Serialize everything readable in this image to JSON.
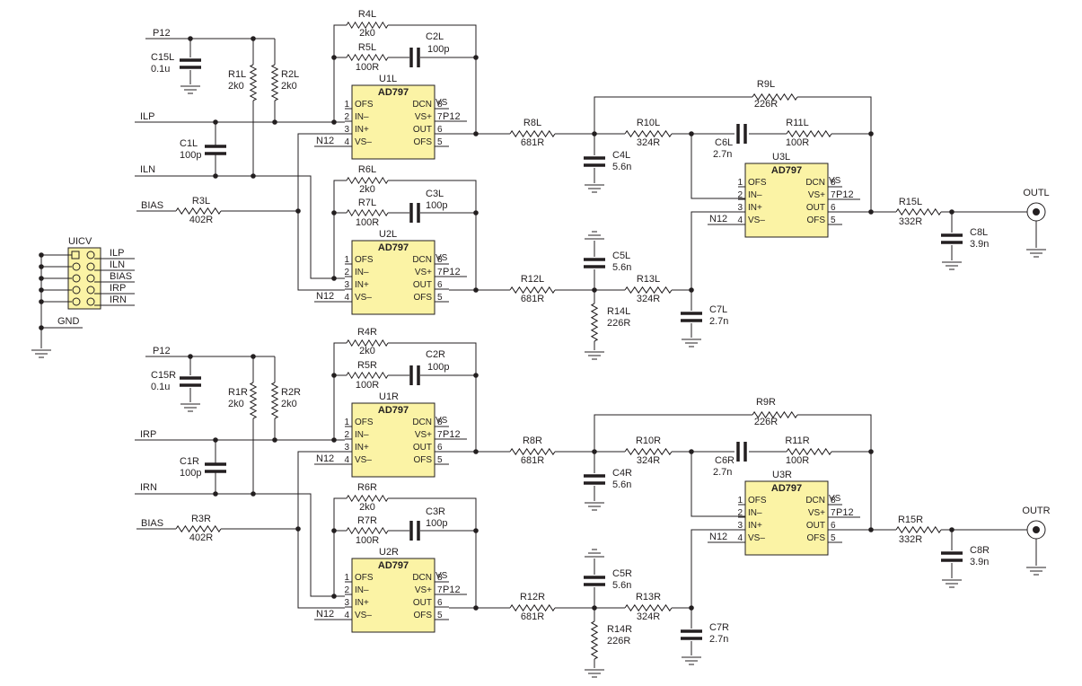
{
  "nets": {
    "p12": "P12",
    "n12": "N12",
    "ilp": "ILP",
    "iln": "ILN",
    "irp": "IRP",
    "irn": "IRN",
    "bias": "BIAS",
    "gnd": "GND",
    "outl": "OUTL",
    "outr": "OUTR",
    "vs": "VS"
  },
  "connector": {
    "ref": "UICV",
    "pins": [
      "ILP",
      "ILN",
      "BIAS",
      "IRP",
      "IRN"
    ],
    "gnd": "GND"
  },
  "pin_names": {
    "ofs": "OFS",
    "inm": "IN–",
    "inp": "IN+",
    "vsm": "VS–",
    "dcn": "DCN",
    "vsp": "VS+",
    "out": "OUT",
    "n1": "1",
    "n2": "2",
    "n3": "3",
    "n4": "4",
    "n5": "5",
    "n6": "6",
    "n7": "7",
    "n8": "8"
  },
  "opamps": {
    "U1L": {
      "ref": "U1L",
      "part": "AD797"
    },
    "U2L": {
      "ref": "U2L",
      "part": "AD797"
    },
    "U3L": {
      "ref": "U3L",
      "part": "AD797"
    },
    "U1R": {
      "ref": "U1R",
      "part": "AD797"
    },
    "U2R": {
      "ref": "U2R",
      "part": "AD797"
    },
    "U3R": {
      "ref": "U3R",
      "part": "AD797"
    }
  },
  "components": {
    "C15L": {
      "ref": "C15L",
      "value": "0.1u"
    },
    "R1L": {
      "ref": "R1L",
      "value": "2k0"
    },
    "R2L": {
      "ref": "R2L",
      "value": "2k0"
    },
    "C1L": {
      "ref": "C1L",
      "value": "100p"
    },
    "R3L": {
      "ref": "R3L",
      "value": "402R"
    },
    "R4L": {
      "ref": "R4L",
      "value": "2k0"
    },
    "R5L": {
      "ref": "R5L",
      "value": "100R"
    },
    "C2L": {
      "ref": "C2L",
      "value": "100p"
    },
    "R6L": {
      "ref": "R6L",
      "value": "2k0"
    },
    "R7L": {
      "ref": "R7L",
      "value": "100R"
    },
    "C3L": {
      "ref": "C3L",
      "value": "100p"
    },
    "R8L": {
      "ref": "R8L",
      "value": "681R"
    },
    "C4L": {
      "ref": "C4L",
      "value": "5.6n"
    },
    "R9L": {
      "ref": "R9L",
      "value": "226R"
    },
    "R10L": {
      "ref": "R10L",
      "value": "324R"
    },
    "C6L": {
      "ref": "C6L",
      "value": "2.7n"
    },
    "R11L": {
      "ref": "R11L",
      "value": "100R"
    },
    "R12L": {
      "ref": "R12L",
      "value": "681R"
    },
    "C5L": {
      "ref": "C5L",
      "value": "5.6n"
    },
    "R13L": {
      "ref": "R13L",
      "value": "324R"
    },
    "R14L": {
      "ref": "R14L",
      "value": "226R"
    },
    "C7L": {
      "ref": "C7L",
      "value": "2.7n"
    },
    "R15L": {
      "ref": "R15L",
      "value": "332R"
    },
    "C8L": {
      "ref": "C8L",
      "value": "3.9n"
    },
    "C15R": {
      "ref": "C15R",
      "value": "0.1u"
    },
    "R1R": {
      "ref": "R1R",
      "value": "2k0"
    },
    "R2R": {
      "ref": "R2R",
      "value": "2k0"
    },
    "C1R": {
      "ref": "C1R",
      "value": "100p"
    },
    "R3R": {
      "ref": "R3R",
      "value": "402R"
    },
    "R4R": {
      "ref": "R4R",
      "value": "2k0"
    },
    "R5R": {
      "ref": "R5R",
      "value": "100R"
    },
    "C2R": {
      "ref": "C2R",
      "value": "100p"
    },
    "R6R": {
      "ref": "R6R",
      "value": "2k0"
    },
    "R7R": {
      "ref": "R7R",
      "value": "100R"
    },
    "C3R": {
      "ref": "C3R",
      "value": "100p"
    },
    "R8R": {
      "ref": "R8R",
      "value": "681R"
    },
    "C4R": {
      "ref": "C4R",
      "value": "5.6n"
    },
    "R9R": {
      "ref": "R9R",
      "value": "226R"
    },
    "R10R": {
      "ref": "R10R",
      "value": "324R"
    },
    "C6R": {
      "ref": "C6R",
      "value": "2.7n"
    },
    "R11R": {
      "ref": "R11R",
      "value": "100R"
    },
    "R12R": {
      "ref": "R12R",
      "value": "681R"
    },
    "C5R": {
      "ref": "C5R",
      "value": "5.6n"
    },
    "R13R": {
      "ref": "R13R",
      "value": "324R"
    },
    "R14R": {
      "ref": "R14R",
      "value": "226R"
    },
    "C7R": {
      "ref": "C7R",
      "value": "2.7n"
    },
    "R15R": {
      "ref": "R15R",
      "value": "332R"
    },
    "C8R": {
      "ref": "C8R",
      "value": "3.9n"
    }
  },
  "colors": {
    "ic_fill": "#fbf3a5",
    "line": "#231f20",
    "background": "#ffffff"
  }
}
